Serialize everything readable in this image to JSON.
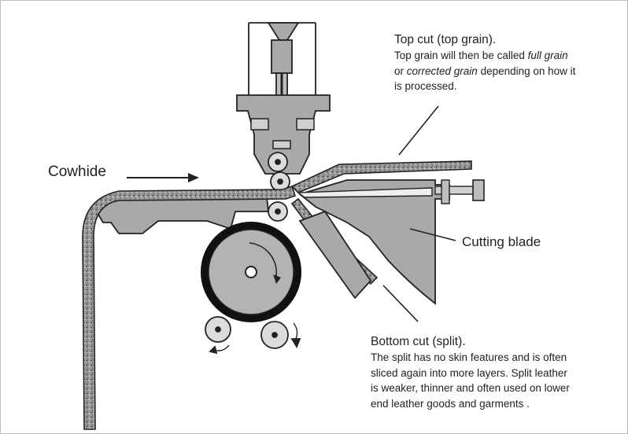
{
  "labels": {
    "cowhide": "Cowhide",
    "cutting_blade": "Cutting blade"
  },
  "top_cut": {
    "heading": "Top cut (top grain).",
    "line1": "Top grain will then be called ",
    "full_grain": "full grain",
    "line2_or": "or ",
    "corrected_grain": "corrected grain",
    "line2_rest": " depending on how it",
    "line3": "is processed."
  },
  "bottom_cut": {
    "heading": "Bottom cut (split).",
    "line1": "The split has no skin features and is often",
    "line2": "sliced again into more layers.  Split leather",
    "line3": "is weaker, thinner and often used on lower",
    "line4": "end leather goods and garments ."
  },
  "colors": {
    "ink": "#222222",
    "machine_fill": "#a9a9a9",
    "hide_fill": "#8a8a8a",
    "background": "#ffffff"
  }
}
